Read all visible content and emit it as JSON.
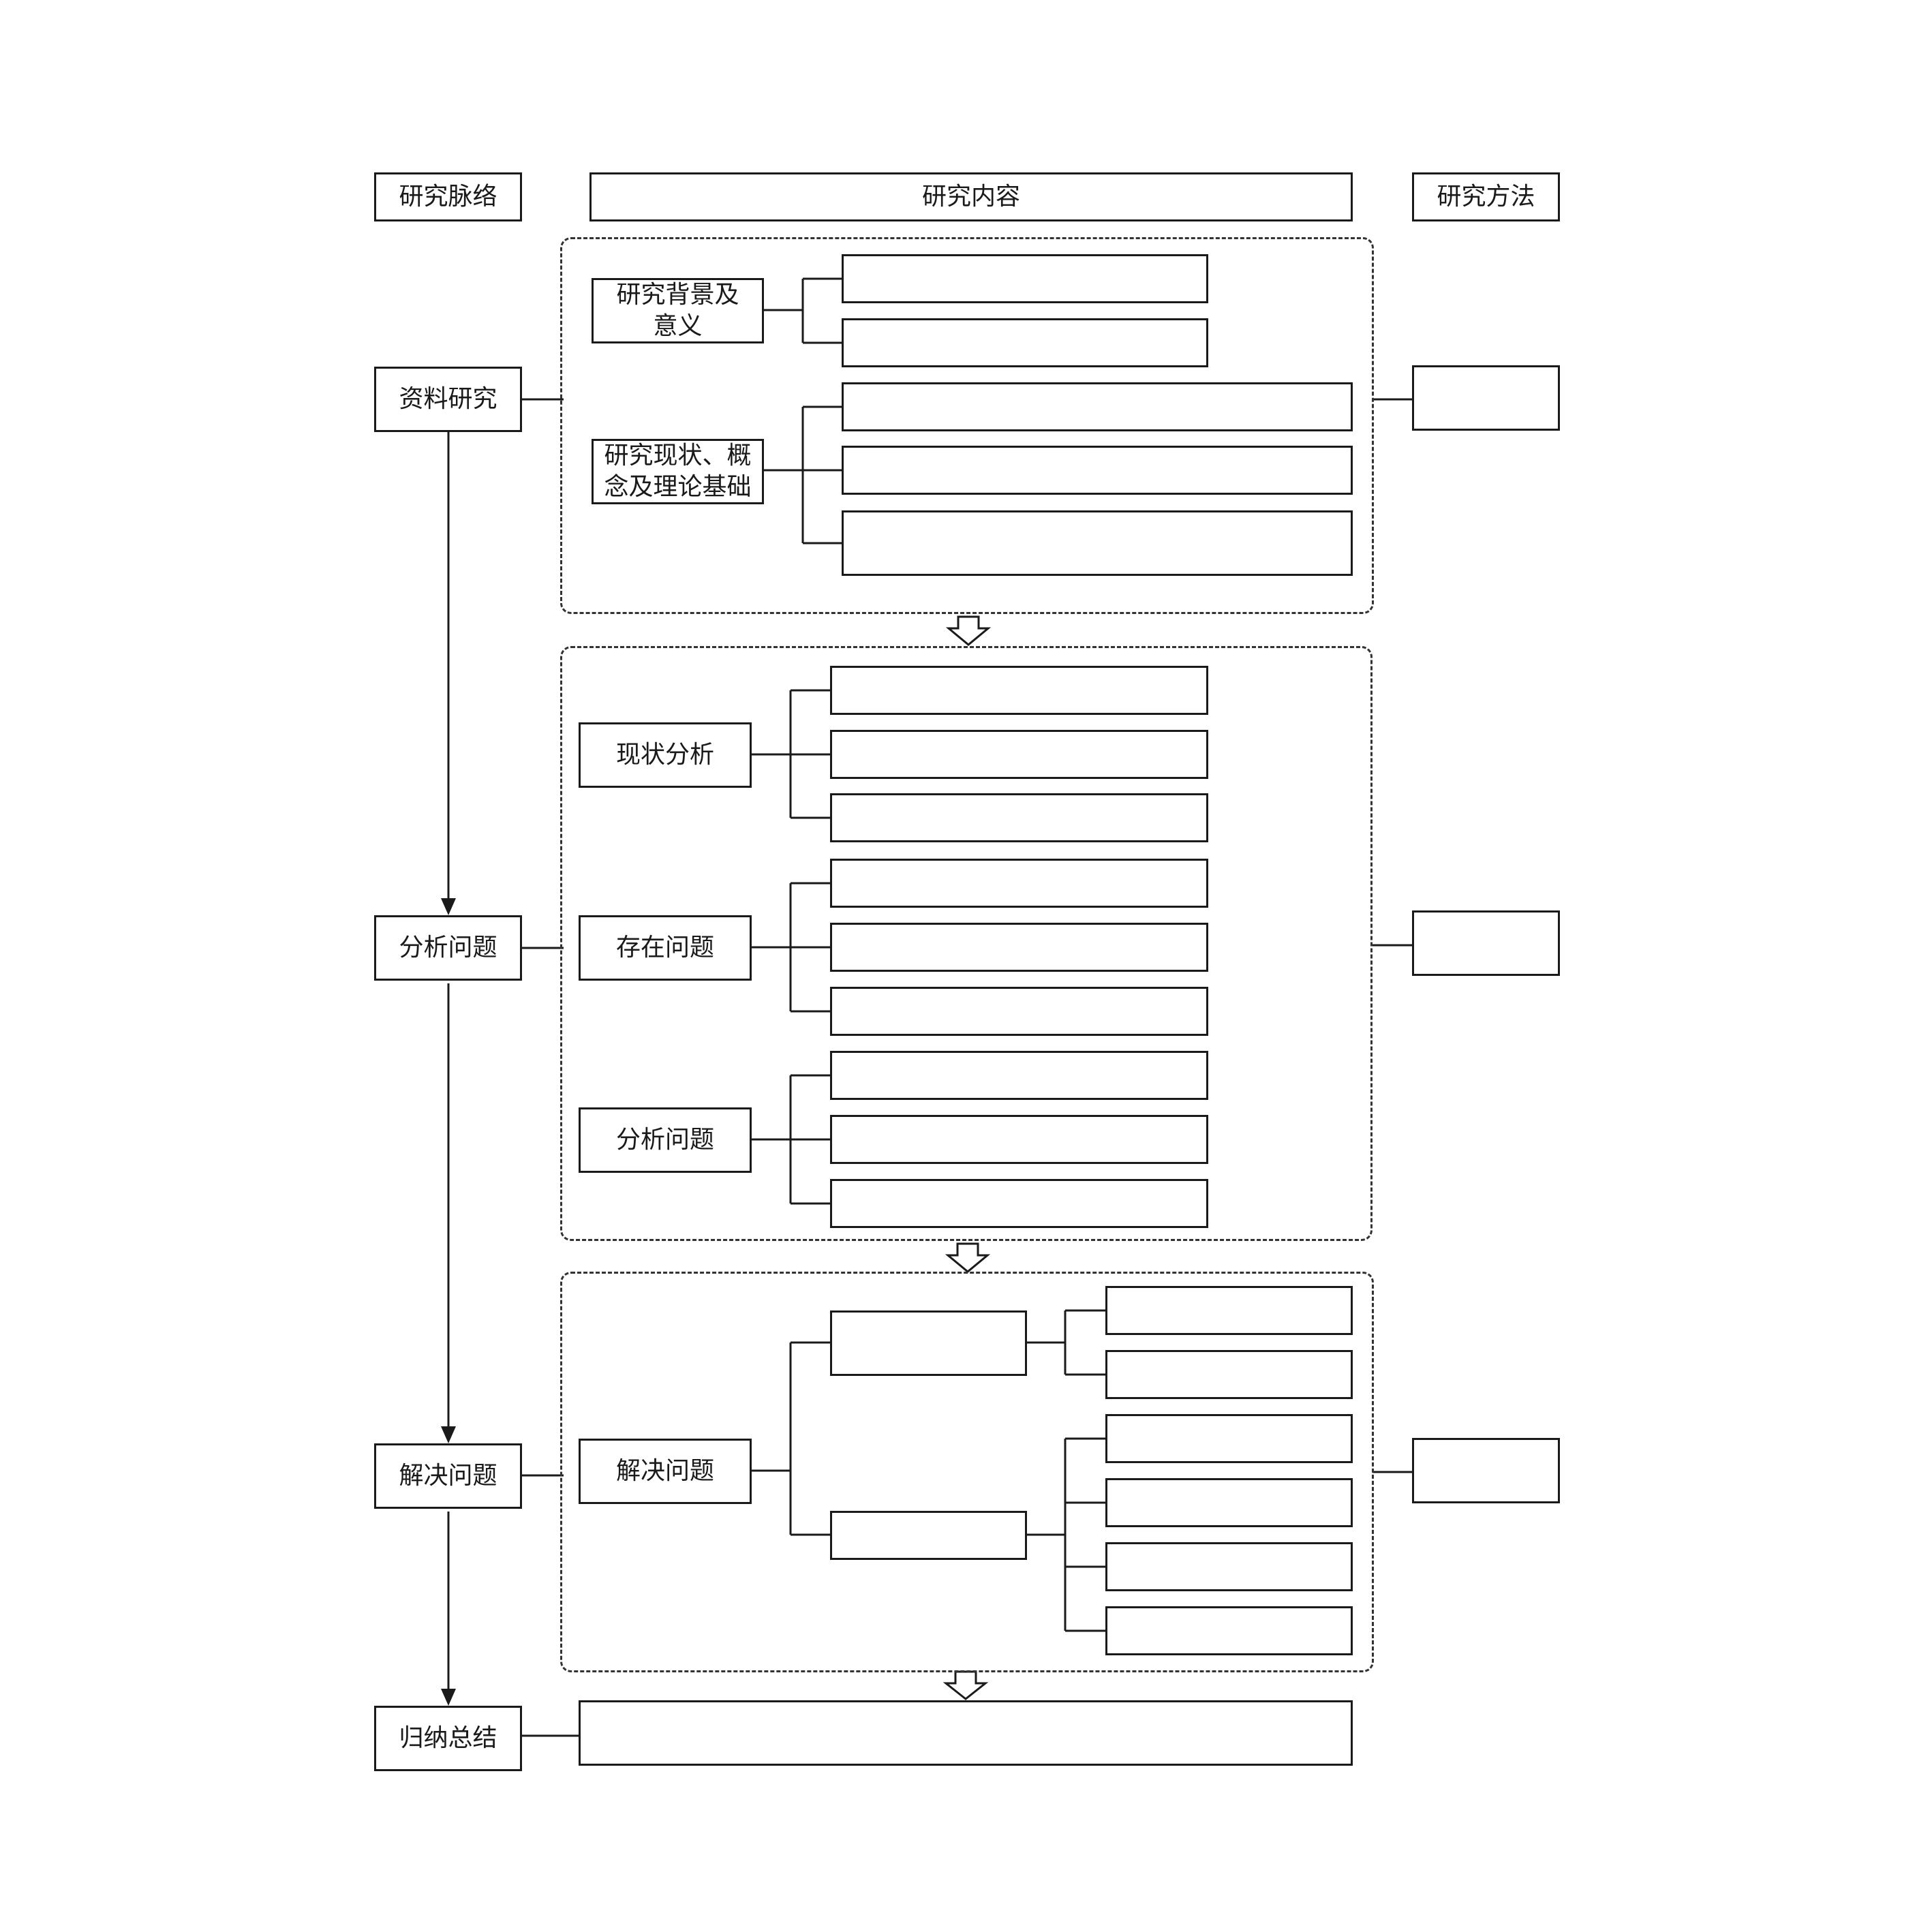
{
  "headers": {
    "left": "研究脉络",
    "center": "研究内容",
    "right": "研究方法"
  },
  "stages": {
    "s1": "资料研究",
    "s2": "分析问题",
    "s3": "解决问题",
    "s4": "归纳总结"
  },
  "topics": {
    "background": "研究背景及\n意义",
    "status_theory": "研究现状、概\n念及理论基础",
    "status_analysis": "现状分析",
    "problems": "存在问题",
    "analyze": "分析问题",
    "solve": "解决问题"
  }
}
